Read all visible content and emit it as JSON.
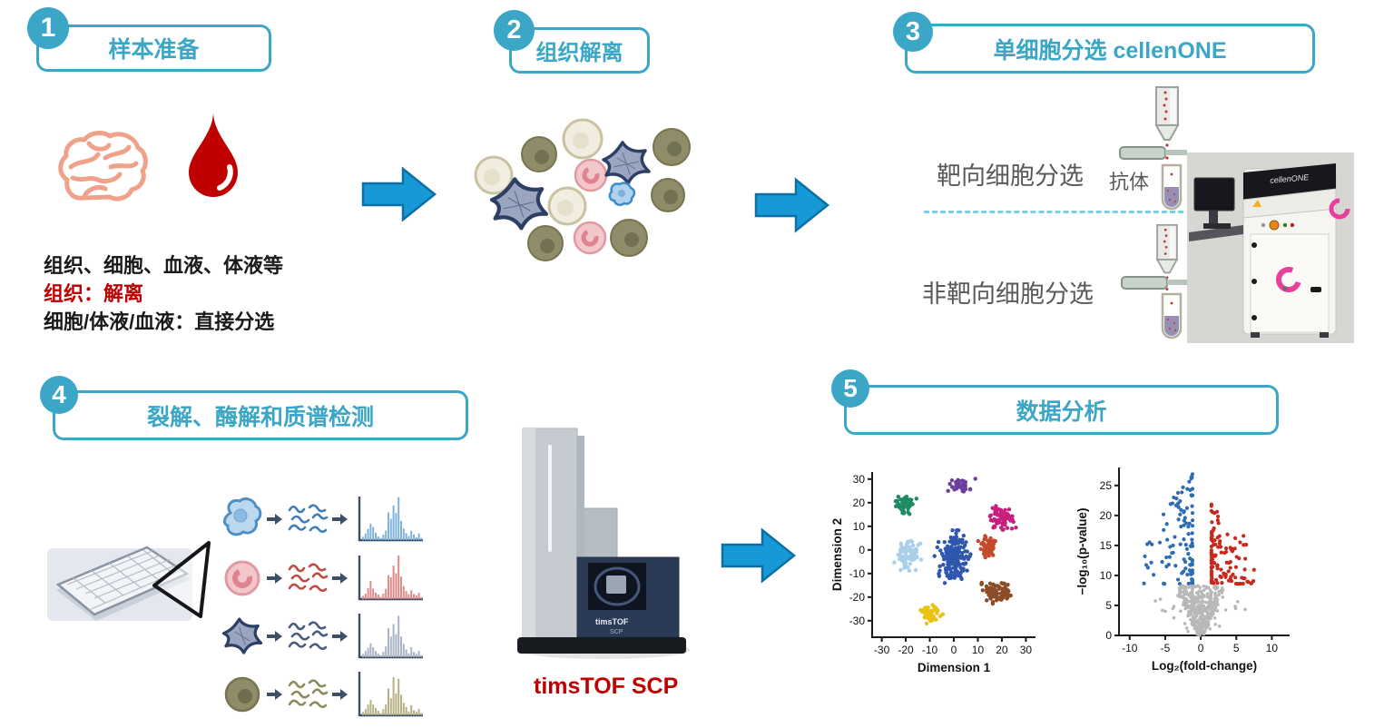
{
  "colors": {
    "accent": "#3BA6C6",
    "arrow": "#1699D6",
    "arrow_border": "#0E6FA4",
    "red_text": "#C00000",
    "gray_label": "#595959",
    "dash": "#7CCFE4",
    "dark_text": "#1A1A1A"
  },
  "steps": [
    {
      "num": "1",
      "title": "样本准备"
    },
    {
      "num": "2",
      "title": "组织解离"
    },
    {
      "num": "3",
      "title": "单细胞分选  cellenONE"
    },
    {
      "num": "4",
      "title": "裂解、酶解和质谱检测"
    },
    {
      "num": "5",
      "title": "数据分析"
    }
  ],
  "step1": {
    "line1": "组织、细胞、血液、体液等",
    "line2": "组织：解离",
    "line3": "细胞/体液/血液：直接分选"
  },
  "step3": {
    "targeted": "靶向细胞分选",
    "untargeted": "非靶向细胞分选",
    "antibody": "抗体",
    "machine_brand": "cellenONE"
  },
  "step4": {
    "instrument": "timsTOF SCP",
    "instrument_panel_line1": "timsTOF",
    "instrument_panel_line2": "SCP",
    "rows": [
      {
        "name": "blue-cell",
        "squiggle_color": "#3F7FB8",
        "spectrum_color": "#7FB2DC"
      },
      {
        "name": "pink-cell",
        "squiggle_color": "#C24B42",
        "spectrum_color": "#E08A8A"
      },
      {
        "name": "star-cell",
        "squiggle_color": "#4A5B80",
        "spectrum_color": "#ABB4C4"
      },
      {
        "name": "olive-cell",
        "squiggle_color": "#8D8A5E",
        "spectrum_color": "#B6B183"
      }
    ],
    "spectrum_heights": [
      3,
      6,
      10,
      15,
      11,
      7,
      4,
      2,
      5,
      9,
      26,
      18,
      33,
      24,
      38,
      20,
      12,
      7,
      4,
      9,
      5,
      3,
      6,
      2
    ]
  },
  "chart_data": [
    {
      "type": "scatter",
      "name": "tsne-plot",
      "title": "",
      "xlabel": "Dimension 1",
      "ylabel": "Dimension 2",
      "xticks": [
        -30,
        -20,
        -10,
        0,
        10,
        20,
        30
      ],
      "yticks": [
        -30,
        -20,
        -10,
        0,
        10,
        20,
        30
      ],
      "xlim": [
        -34,
        34
      ],
      "ylim": [
        -37,
        33
      ],
      "clusters": [
        {
          "name": "teal",
          "color": "#1F8A63",
          "cx": -20,
          "cy": 19,
          "rx": 5,
          "ry": 4,
          "n": 55
        },
        {
          "name": "purple",
          "color": "#6C3F9E",
          "cx": 3,
          "cy": 27,
          "rx": 5,
          "ry": 3.5,
          "n": 45
        },
        {
          "name": "magenta",
          "color": "#C81F7E",
          "cx": 20,
          "cy": 13,
          "rx": 6,
          "ry": 6,
          "n": 75
        },
        {
          "name": "lightblue",
          "color": "#AACFEA",
          "cx": -19,
          "cy": -2,
          "rx": 5.5,
          "ry": 6.5,
          "n": 80
        },
        {
          "name": "darkblue",
          "color": "#2F57AE",
          "cx": 0,
          "cy": -3,
          "rx": 7,
          "ry": 11,
          "n": 190
        },
        {
          "name": "red",
          "color": "#C44A2C",
          "cx": 14,
          "cy": 1,
          "rx": 4,
          "ry": 5,
          "n": 60
        },
        {
          "name": "brown",
          "color": "#8C4D26",
          "cx": 18,
          "cy": -18,
          "rx": 7,
          "ry": 5,
          "n": 80
        },
        {
          "name": "yellow",
          "color": "#E9C312",
          "cx": -10,
          "cy": -27,
          "rx": 5,
          "ry": 4.5,
          "n": 55
        }
      ]
    },
    {
      "type": "scatter",
      "name": "volcano-plot",
      "title": "",
      "xlabel": "Log₂(fold-change)",
      "ylabel": "−log₁₀(p-value)",
      "xticks": [
        -10,
        -5,
        0,
        5,
        10
      ],
      "yticks": [
        0,
        5,
        10,
        15,
        20,
        25
      ],
      "xlim": [
        -11.5,
        12.5
      ],
      "ylim": [
        0,
        28
      ],
      "threshold_y": 8.5,
      "groups": [
        {
          "name": "down-regulated",
          "color": "#2E6DB4",
          "n": 110,
          "side": -1
        },
        {
          "name": "up-regulated",
          "color": "#C8291C",
          "n": 125,
          "side": 1
        },
        {
          "name": "not-significant",
          "color": "#B8B8B8",
          "n": 380,
          "side": 0
        }
      ]
    }
  ]
}
